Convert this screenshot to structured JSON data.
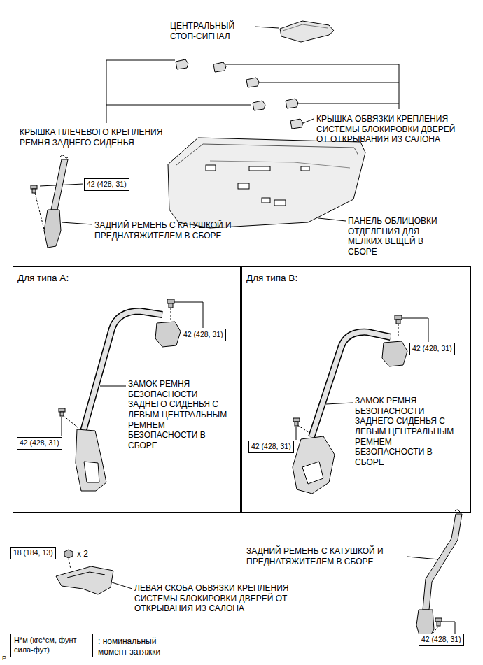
{
  "diagram": {
    "nodes": [
      {
        "text": [
          "42 (428, 31)"
        ]
      },
      {
        "text": [
          "Для типа A:"
        ]
      },
      {
        "text": [
          "42 (428, 31)"
        ],
        "in": 1
      },
      {
        "text": [
          "42 (428, 31)"
        ],
        "in": 1
      },
      {
        "text": [
          "Для типа B:"
        ]
      },
      {
        "text": [
          "42 (428, 31)"
        ],
        "in": 4
      },
      {
        "text": [
          "42 (428, 31)"
        ],
        "in": 4
      },
      {
        "text": [
          "18 (184, 13)"
        ]
      },
      {
        "text": [
          "Н*м (кгс*см, фунт-сила-фут)"
        ]
      },
      {
        "text": [
          "42 (428, 31)"
        ]
      }
    ],
    "labels": [
      "ЦЕНТРАЛЬНЫЙ СТОП-СИГНАЛ",
      "КРЫШКА ПЛЕЧЕВОГО КРЕПЛЕНИЯ РЕМНЯ ЗАДНЕГО СИДЕНЬЯ",
      "КРЫШКА ОБВЯЗКИ КРЕПЛЕНИЯ СИСТЕМЫ БЛОКИРОВКИ ДВЕРЕЙ ОТ ОТКРЫВАНИЯ ИЗ САЛОНА",
      "ЗАДНИЙ РЕМЕНЬ С КАТУШКОЙ И ПРЕДНАТЯЖИТЕЛЕМ В СБОРЕ",
      "ПАНЕЛЬ ОБЛИЦОВКИ ОТДЕЛЕНИЯ ДЛЯ МЕЛКИХ ВЕЩЕЙ В СБОРЕ",
      "ЗАМОК РЕМНЯ БЕЗОПАСНОСТИ ЗАДНЕГО СИДЕНЬЯ С ЛЕВЫМ ЦЕНТРАЛЬНЫМ РЕМНЕМ БЕЗОПАСНОСТИ В СБОРЕ",
      "ЗАМОК РЕМНЯ БЕЗОПАСНОСТИ ЗАДНЕГО СИДЕНЬЯ С ЛЕВЫМ ЦЕНТРАЛЬНЫМ РЕМНЕМ БЕЗОПАСНОСТИ В СБОРЕ",
      "ЛЕВАЯ СКОБА ОБВЯЗКИ КРЕПЛЕНИЯ СИСТЕМЫ БЛОКИРОВКИ ДВЕРЕЙ ОТ ОТКРЫВАНИЯ ИЗ САЛОНА",
      "ЗАДНИЙ РЕМЕНЬ С КАТУШКОЙ И ПРЕДНАТЯЖИТЕЛЕМ В СБОРЕ",
      "x 2",
      ": номинальный момент затяжки",
      "P"
    ]
  }
}
